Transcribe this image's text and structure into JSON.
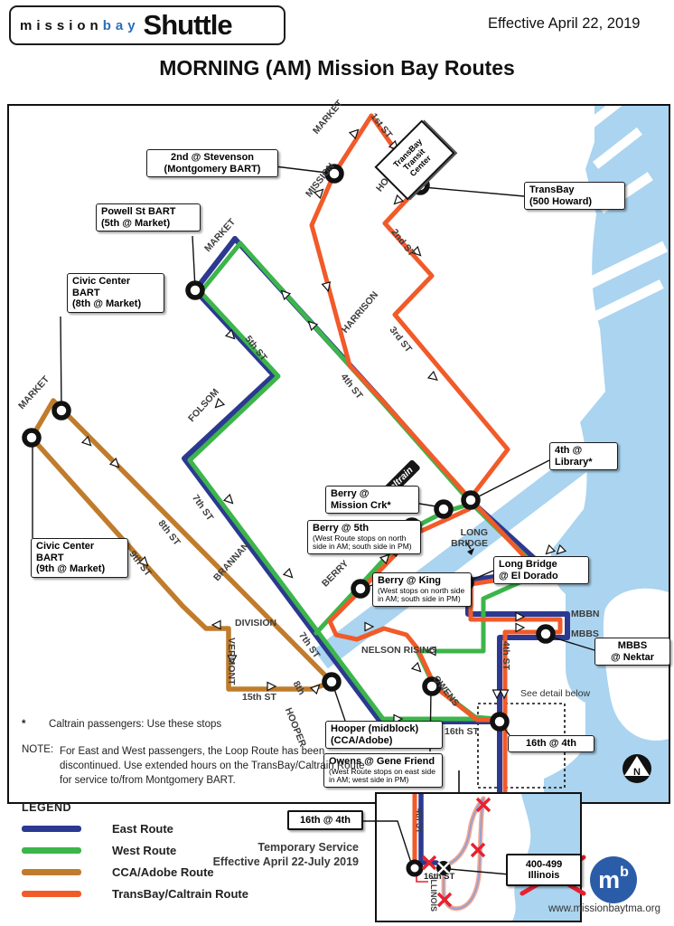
{
  "header": {
    "logo": {
      "mission": "mission",
      "bay": "bay",
      "shuttle": "Shuttle"
    },
    "effective_date": "Effective April 22, 2019",
    "title": "MORNING (AM) Mission Bay Routes"
  },
  "map": {
    "streets": [
      "MARKET",
      "1st ST",
      "MISSION",
      "HOWARD",
      "2nd ST",
      "MARKET",
      "5th ST",
      "FOLSOM",
      "HARRISON",
      "3rd ST",
      "4th ST",
      "MARKET",
      "7th ST",
      "8th ST",
      "9th ST",
      "BRANNAN",
      "DIVISION",
      "VERMONT",
      "15th ST",
      "HOOPER",
      "8th",
      "BERRY",
      "7th ST",
      "NELSON RISING",
      "MBBN",
      "MBBS",
      "4th ST",
      "OWENS",
      "16th ST"
    ],
    "long_bridge": [
      "LONG",
      "BRIDGE"
    ],
    "ttc": [
      "TransBay",
      "Transit",
      "Center"
    ],
    "caltrain_badge": "Caltrain",
    "see_detail": "See detail below",
    "north": "N",
    "stop_labels": [
      {
        "lines": [
          "2nd @ Stevenson",
          "(Montgomery BART)"
        ]
      },
      {
        "lines": [
          "TransBay",
          "(500 Howard)"
        ]
      },
      {
        "lines": [
          "Powell St BART",
          "(5th @ Market)"
        ]
      },
      {
        "lines": [
          "Civic Center",
          "BART",
          "(8th @ Market)"
        ]
      },
      {
        "lines": [
          "Civic Center",
          "BART",
          "(9th @ Market)"
        ]
      },
      {
        "lines": [
          "4th @",
          "Library*"
        ]
      },
      {
        "lines": [
          "Berry @",
          "Mission Crk*"
        ]
      },
      {
        "title": "Berry @ 5th",
        "sub": "(West Route stops on north side in AM; south side in PM)"
      },
      {
        "title": "Berry @ King",
        "sub": "(West stops on north side in AM; south side in PM)"
      },
      {
        "lines": [
          "Long Bridge",
          "@ El Dorado"
        ]
      },
      {
        "lines": [
          "MBBS",
          "@ Nektar"
        ]
      },
      {
        "lines": [
          "Hooper (midblock)",
          "(CCA/Adobe)"
        ]
      },
      {
        "title": "Owens @ Gene Friend",
        "sub": "(West Route stops on east side in AM; west side in PM)"
      },
      {
        "lines": [
          "16th @ 4th"
        ]
      }
    ],
    "notes": {
      "star": "*",
      "caltrain_note": "Caltrain passengers: Use these stops",
      "note_label": "NOTE:",
      "note_text": "For East and West passengers, the Loop Route has been discontinued. Use extended hours on the TransBay/Caltrain Route for service to/from Montgomery BART."
    }
  },
  "legend": {
    "title": "LEGEND",
    "items": [
      {
        "label": "East Route",
        "color": "#2b3990"
      },
      {
        "label": "West Route",
        "color": "#3cb54a"
      },
      {
        "label": "CCA/Adobe Route",
        "color": "#c07c2c"
      },
      {
        "label": "TransBay/Caltrain Route",
        "color": "#f15a29"
      }
    ]
  },
  "inset": {
    "streets": {
      "fourth": "4th ST",
      "sixteenth": "16th ST",
      "illinois": "ILLINOIS"
    },
    "stop_label": "16th @ 4th",
    "temp_line1": "Temporary Service",
    "temp_line2": "Effective April 22-July 2019",
    "closed_stop": [
      "400-499",
      "Illinois"
    ]
  },
  "footer": {
    "url": "www.missionbaytma.org",
    "logo_m": "m",
    "logo_b": "b"
  },
  "colors": {
    "east": "#2b3990",
    "west": "#3cb54a",
    "cca": "#c07c2c",
    "transbay": "#f15a29",
    "bay": "#aad4f0"
  }
}
